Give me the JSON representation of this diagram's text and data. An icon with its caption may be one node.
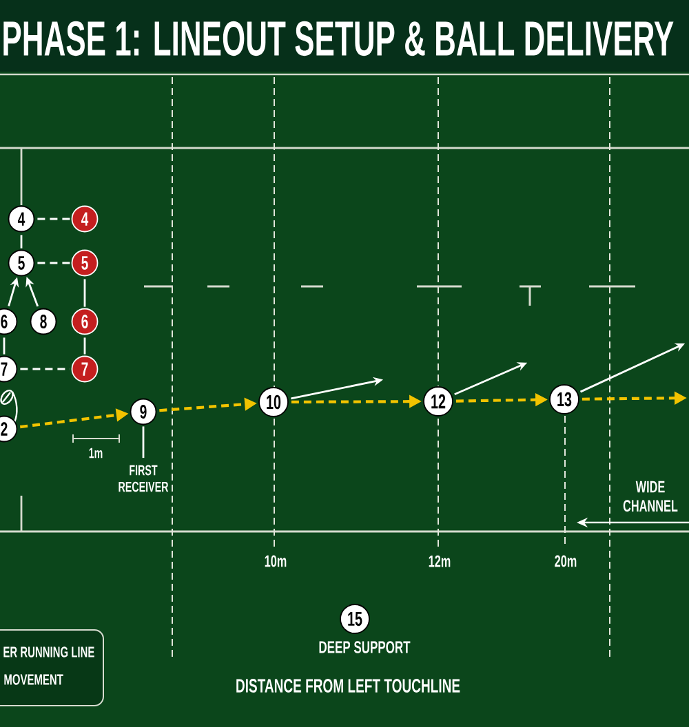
{
  "diagram": {
    "title": "PHASE 1: LINEOUT SETUP & BALL DELIVERY",
    "nodes": [
      {
        "text": [
          "4"
        ]
      },
      {
        "text": [
          "4"
        ]
      },
      {
        "text": [
          "5"
        ]
      },
      {
        "text": [
          "5"
        ]
      },
      {
        "text": [
          "6"
        ]
      },
      {
        "text": [
          "8"
        ]
      },
      {
        "text": [
          "6"
        ]
      },
      {
        "text": [
          "7"
        ]
      },
      {
        "text": [
          "7"
        ]
      },
      {
        "text": [
          "2"
        ]
      },
      {
        "text": [
          "9"
        ]
      },
      {
        "text": [
          "FIRST RECEIVER"
        ]
      },
      {
        "text": [
          "10"
        ]
      },
      {
        "text": [
          "12"
        ]
      },
      {
        "text": [
          "13"
        ]
      },
      {
        "text": [
          "15"
        ],
        "beside": [
          "DEEP SUPPORT"
        ]
      }
    ],
    "edges": [
      {
        "from": 0,
        "to": 1,
        "arrow": "none",
        "style": "dashed"
      },
      {
        "from": 0,
        "to": 2,
        "arrow": "none"
      },
      {
        "from": 2,
        "to": 3,
        "arrow": "none",
        "style": "dashed"
      },
      {
        "from": 3,
        "to": 6,
        "arrow": "none"
      },
      {
        "from": 4,
        "to": 7,
        "arrow": "none"
      },
      {
        "from": 4,
        "to": 2,
        "arrow": "to"
      },
      {
        "from": 5,
        "to": 2,
        "arrow": "to"
      },
      {
        "from": 6,
        "to": 8,
        "arrow": "none"
      },
      {
        "from": 7,
        "to": 8,
        "arrow": "none",
        "style": "dashed"
      },
      {
        "from": 9,
        "to": 10,
        "arrow": "to",
        "style": "dashed",
        "color": "#f2c300"
      },
      {
        "from": 11,
        "to": 10,
        "arrow": "none"
      },
      {
        "from": 10,
        "to": 12,
        "arrow": "to",
        "style": "dashed",
        "color": "#f2c300"
      },
      {
        "from": 12,
        "to": null,
        "arrow": "to"
      },
      {
        "from": 12,
        "to": 13,
        "arrow": "to",
        "style": "dashed",
        "color": "#f2c300"
      },
      {
        "from": 13,
        "to": null,
        "arrow": "to"
      },
      {
        "from": 13,
        "to": 14,
        "arrow": "to",
        "style": "dashed",
        "color": "#f2c300"
      },
      {
        "from": 14,
        "to": null,
        "arrow": "to"
      },
      {
        "from": 14,
        "to": null,
        "arrow": "to",
        "style": "dashed",
        "color": "#f2c300"
      }
    ],
    "labels": [
      "1m",
      "WIDE CHANNEL",
      "10m",
      "12m",
      "20m",
      "DISTANCE FROM LEFT TOUCHLINE"
    ],
    "legend": [
      {
        "text": "ER RUNNING LINE"
      },
      {
        "text": "MOVEMENT"
      }
    ]
  }
}
